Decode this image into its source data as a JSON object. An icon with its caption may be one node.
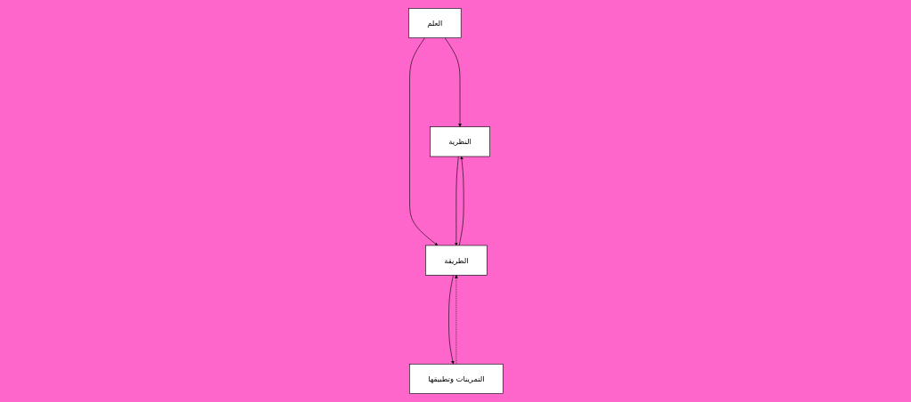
{
  "diagram": {
    "nodes": [
      {
        "text": [
          "العلم"
        ]
      },
      {
        "text": [
          "النظرية"
        ]
      },
      {
        "text": [
          "الطريقة"
        ]
      },
      {
        "text": [
          "التمرينات وتطبيقها"
        ]
      }
    ],
    "edges": [
      {
        "from": 0,
        "to": 1,
        "arrow": "to"
      },
      {
        "from": 0,
        "to": 2,
        "arrow": "to"
      },
      {
        "from": 1,
        "to": 2,
        "arrow": "to"
      },
      {
        "from": 2,
        "to": 3,
        "arrow": "to"
      },
      {
        "from": 3,
        "to": 2,
        "arrow": "to",
        "style": "dashed"
      },
      {
        "from": 2,
        "to": 1,
        "arrow": "to"
      }
    ]
  }
}
